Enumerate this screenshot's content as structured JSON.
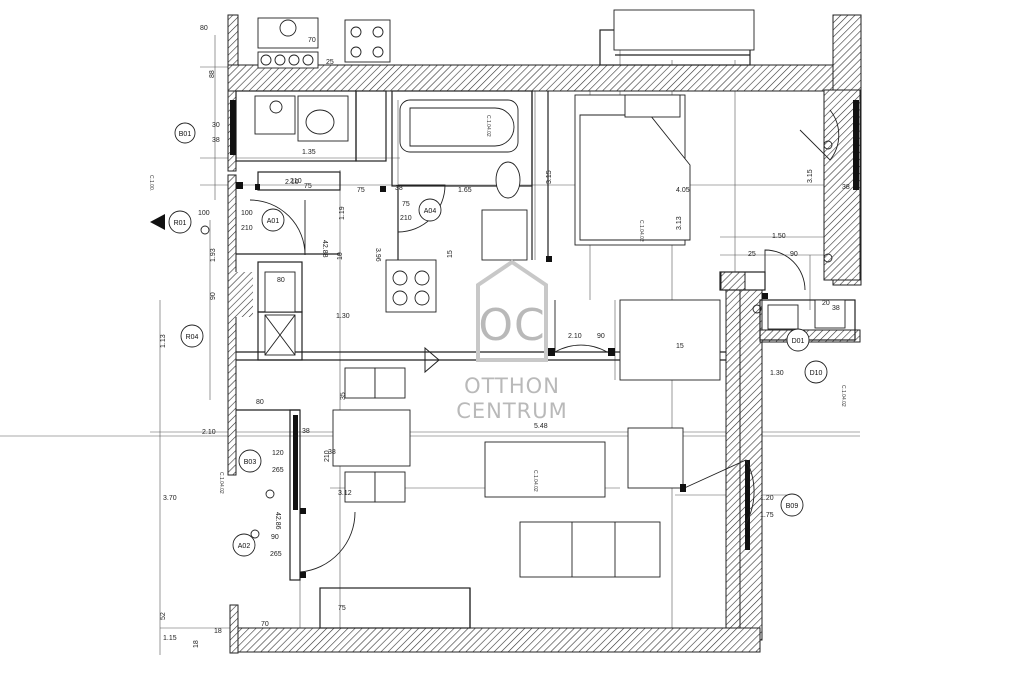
{
  "watermark": {
    "logo": "OC",
    "line1": "OTTHON",
    "line2": "CENTRUM"
  },
  "tags": [
    "B01",
    "R01",
    "A01",
    "A04",
    "R04",
    "B03",
    "A02",
    "B09",
    "D10",
    "D01"
  ],
  "rooms": [
    "C.1.04.02",
    "C.1.04.02",
    "C.1.04.02",
    "C.1.04.02",
    "C.1.04.02",
    "C.1.00."
  ],
  "dimensions": {
    "top": [
      "80",
      "70",
      "25",
      "30",
      "38",
      "1.35",
      "2.10",
      "75",
      "75",
      "1.65",
      "4.05",
      "38",
      "100",
      "100",
      "210",
      "210",
      "75",
      "210",
      "1.50",
      "25",
      "90",
      "38"
    ],
    "mid": [
      "80",
      "1.30",
      "2.10",
      "90",
      "15",
      "38",
      "20",
      "1.30",
      "5.48",
      "2.10",
      "80",
      "38"
    ],
    "bottom": [
      "120",
      "265",
      "90",
      "265",
      "3.70",
      "1.20",
      "1.75",
      "3.12",
      "75",
      "70",
      "18",
      "38",
      "1.15"
    ],
    "vertical": [
      "88",
      "3.15",
      "3.13",
      "3.15",
      "1.19",
      "10",
      "90",
      "1.13",
      "210",
      "15",
      "1.93",
      "52",
      "18",
      "35",
      "42.88",
      "42.86",
      "3.96"
    ]
  }
}
